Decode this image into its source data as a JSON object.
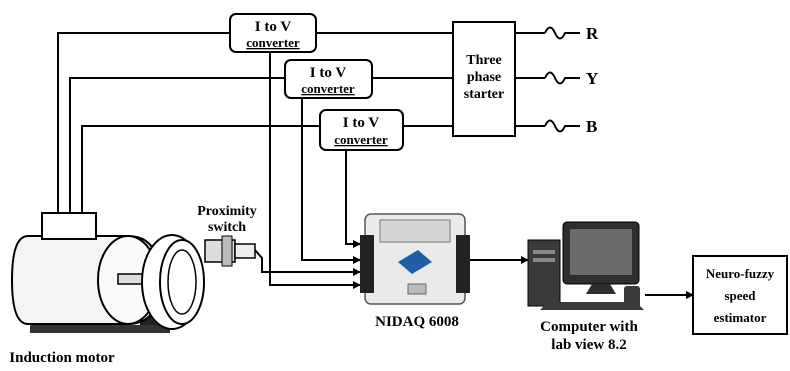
{
  "converters": [
    {
      "line1": "I to V",
      "line2": "converter"
    },
    {
      "line1": "I to V",
      "line2": "converter"
    },
    {
      "line1": "I to V",
      "line2": "converter"
    }
  ],
  "starter": {
    "line1": "Three",
    "line2": "phase",
    "line3": "starter"
  },
  "phases": [
    "R",
    "Y",
    "B"
  ],
  "sensor": {
    "line1": "Proximity",
    "line2": "switch"
  },
  "daq": {
    "label": "NIDAQ 6008"
  },
  "computer": {
    "line1": "Computer with",
    "line2": "lab view 8.2"
  },
  "estimator": {
    "line1": "Neuro-fuzzy",
    "line2": "speed",
    "line3": "estimator"
  },
  "motor": {
    "label": "Induction motor"
  },
  "colors": {
    "line": "#000000",
    "box_fill": "#ffffff",
    "device_fill": "#e8e8e8"
  }
}
